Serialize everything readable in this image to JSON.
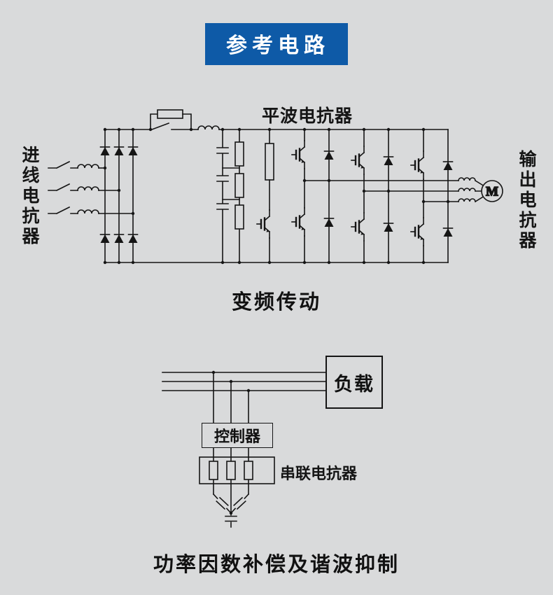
{
  "title": {
    "label": "参考电路"
  },
  "vfd": {
    "caption": "变频传动",
    "input_reactor_label": "进线电抗器",
    "smoothing_reactor_label": "平波电抗器",
    "output_reactor_label": "输出电抗器",
    "motor_label": "M"
  },
  "pfc": {
    "caption": "功率因数补偿及谐波抑制",
    "load_label": "负载",
    "controller_label": "控制器",
    "series_reactor_label": "串联电抗器"
  },
  "colors": {
    "background": "#d9dadb",
    "accent_blue": "#0e5aa7",
    "line": "#151515",
    "title_text": "#ffffff"
  }
}
